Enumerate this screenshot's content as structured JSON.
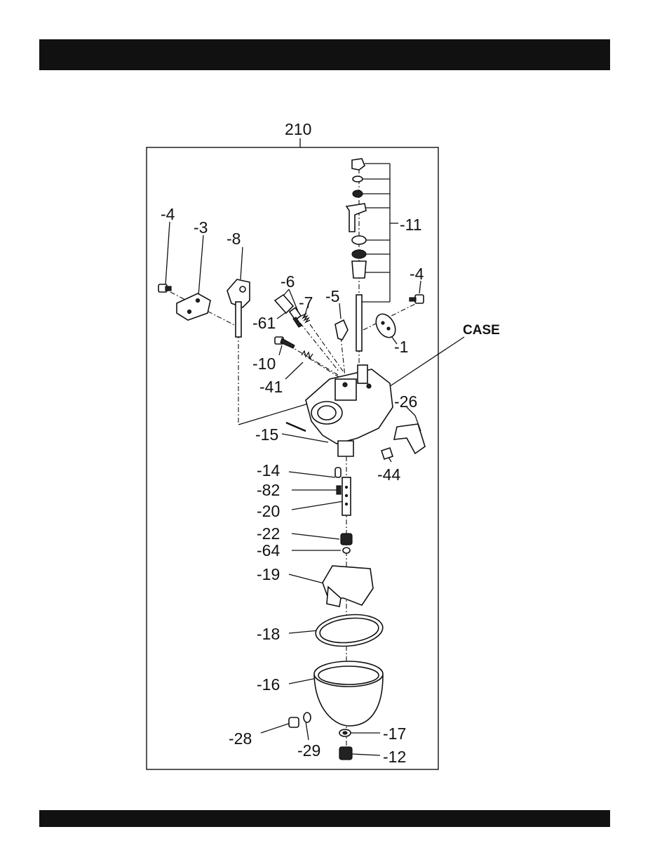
{
  "diagram": {
    "assembly_number": "210",
    "case_label": "CASE",
    "part_labels": {
      "p4_left": "-4",
      "p3": "-3",
      "p8": "-8",
      "p6": "-6",
      "p7": "-7",
      "p5": "-5",
      "p61": "-61",
      "p10": "-10",
      "p41": "-41",
      "p11": "-11",
      "p4_right": "-4",
      "p1": "-1",
      "p26": "-26",
      "p15": "-15",
      "p44": "-44",
      "p14": "-14",
      "p82": "-82",
      "p20": "-20",
      "p22": "-22",
      "p64": "-64",
      "p19": "-19",
      "p18": "-18",
      "p16": "-16",
      "p28": "-28",
      "p29": "-29",
      "p17": "-17",
      "p12": "-12"
    }
  }
}
